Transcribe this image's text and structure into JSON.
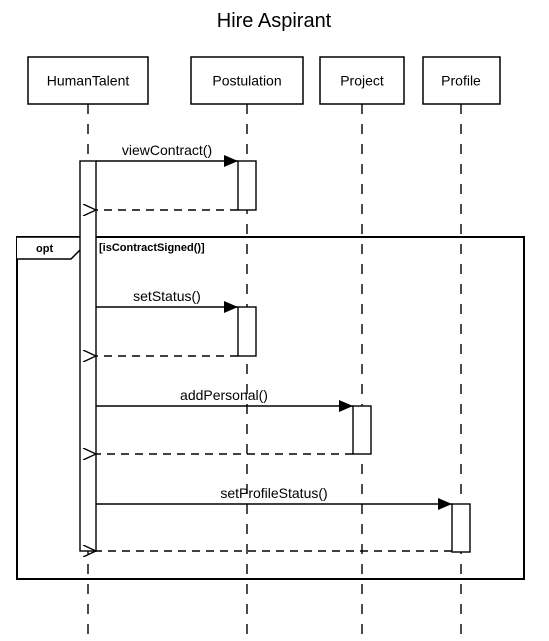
{
  "diagram": {
    "title": "Hire Aspirant",
    "participants": [
      {
        "id": "humantalent",
        "label": "HumanTalent"
      },
      {
        "id": "postulation",
        "label": "Postulation"
      },
      {
        "id": "project",
        "label": "Project"
      },
      {
        "id": "profile",
        "label": "Profile"
      }
    ],
    "messages": [
      {
        "from": "humantalent",
        "to": "postulation",
        "label": "viewContract()",
        "type": "sync"
      },
      {
        "from": "postulation",
        "to": "humantalent",
        "label": "",
        "type": "return"
      },
      {
        "from": "humantalent",
        "to": "postulation",
        "label": "setStatus()",
        "type": "sync"
      },
      {
        "from": "postulation",
        "to": "humantalent",
        "label": "",
        "type": "return"
      },
      {
        "from": "humantalent",
        "to": "project",
        "label": "addPersonal()",
        "type": "sync"
      },
      {
        "from": "project",
        "to": "humantalent",
        "label": "",
        "type": "return"
      },
      {
        "from": "humantalent",
        "to": "profile",
        "label": "setProfileStatus()",
        "type": "sync"
      },
      {
        "from": "profile",
        "to": "humantalent",
        "label": "",
        "type": "return"
      }
    ],
    "fragment": {
      "operator": "opt",
      "guard": "[isContractSigned()]"
    }
  }
}
